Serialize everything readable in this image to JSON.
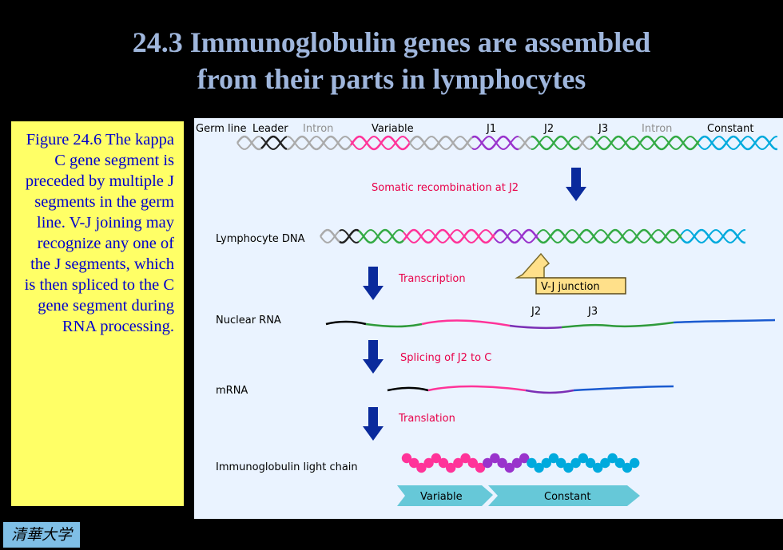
{
  "title": {
    "line1": "24.3 Immunoglobulin genes are assembled",
    "line2": "from their parts in lymphocytes"
  },
  "caption": "Figure 24.6 The kappa C gene segment is preceded by multiple J segments in the germ line. V-J joining may recognize any one of the J segments, which is then spliced to the C gene segment during RNA processing.",
  "logo": "清華大学",
  "diagram": {
    "germ_label": "Germ line",
    "segment_labels": [
      "Leader",
      "Intron",
      "Variable",
      "J1",
      "J2",
      "J3",
      "Intron",
      "Constant"
    ],
    "step1": "Somatic recombination at J2",
    "lymphocyte_label": "Lymphocyte DNA",
    "step2": "Transcription",
    "junction_label": "V-J junction",
    "nuclear_label": "Nuclear RNA",
    "rna_j2": "J2",
    "rna_j3": "J3",
    "step3": "Splicing of J2 to C",
    "mrna_label": "mRNA",
    "step4": "Translation",
    "protein_label": "Immunoglobulin light chain",
    "variable_label": "Variable",
    "constant_label": "Constant",
    "colors": {
      "leader": "#222222",
      "intron": "#aaaaaa",
      "variable": "#ff3399",
      "j1": "#9933cc",
      "j2": "#33aa44",
      "j3": "#33aa44",
      "constant": "#00aadd",
      "arrow": "#0a2a9c",
      "step_text": "#e8004a",
      "junction_box": "#ffe08a"
    }
  }
}
